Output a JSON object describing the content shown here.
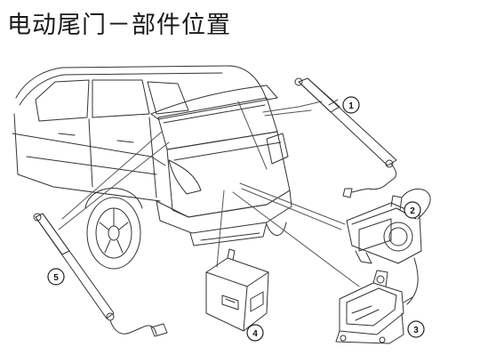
{
  "title": "电动尾门－部件位置",
  "callouts": [
    {
      "number": "1",
      "part": "gas-strut-right"
    },
    {
      "number": "2",
      "part": "drive-motor-unit"
    },
    {
      "number": "3",
      "part": "tailgate-latch"
    },
    {
      "number": "4",
      "part": "control-module"
    },
    {
      "number": "5",
      "part": "gas-strut-left"
    }
  ]
}
